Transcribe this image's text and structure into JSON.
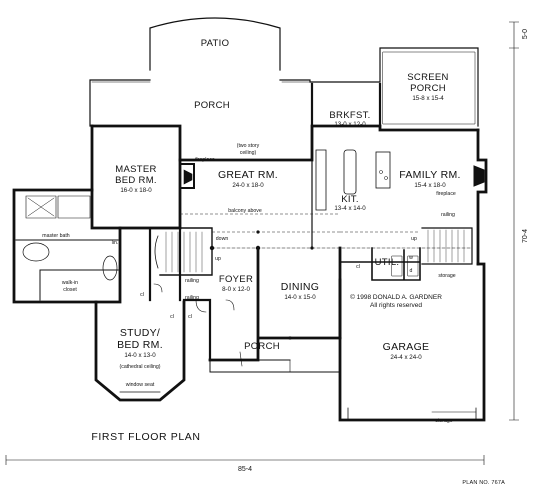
{
  "rooms": {
    "patio": {
      "name": "PATIO"
    },
    "porch_rear": {
      "name": "PORCH"
    },
    "screen_porch": {
      "name_line1": "SCREEN",
      "name_line2": "PORCH",
      "dims": "15-8 x 15-4"
    },
    "brkfst": {
      "name": "BRKFST.",
      "dims": "13-0 x 12-0"
    },
    "master_bed": {
      "name_line1": "MASTER",
      "name_line2": "BED RM.",
      "dims": "16-0 x 18-0"
    },
    "great_rm": {
      "name": "GREAT RM.",
      "dims": "24-0 x 18-0"
    },
    "kit": {
      "name": "KIT.",
      "dims": "13-4 x 14-0"
    },
    "family_rm": {
      "name": "FAMILY RM.",
      "dims": "15-4 x 18-0"
    },
    "foyer": {
      "name": "FOYER",
      "dims": "8-0 x 12-0"
    },
    "dining": {
      "name": "DINING",
      "dims": "14-0 x 15-0"
    },
    "study": {
      "name_line1": "STUDY/",
      "name_line2": "BED RM.",
      "dims": "14-0 x 13-0"
    },
    "porch_front": {
      "name": "PORCH"
    },
    "garage": {
      "name": "GARAGE",
      "dims": "24-4 x 24-0"
    },
    "util": {
      "name": "UTIL."
    }
  },
  "notes": {
    "two_story_line1": "(two story",
    "two_story_line2": "ceiling)",
    "fireplace_left": "fireplace",
    "fireplace_right": "fireplace",
    "balcony": "balcony above",
    "master_bath": "master bath",
    "walkin_line1": "walk-in",
    "walkin_line2": "closet",
    "lin": "lin.",
    "down": "down",
    "up_left": "up",
    "up_right": "up",
    "railing_1": "railing",
    "railing_2": "railing",
    "railing_3": "railing",
    "cathedral": "(cathedral ceiling)",
    "window_seat": "window seat",
    "storage_1": "storage",
    "storage_2": "storage",
    "cl_1": "cl",
    "cl_2": "cl",
    "cl_3": "cl",
    "cl_4": "cl",
    "w": "w",
    "d": "d"
  },
  "copyright": {
    "line1": "© 1998 DONALD A. GARDNER",
    "line2": "All rights reserved"
  },
  "title": "FIRST FLOOR PLAN",
  "plan_no": "PLAN NO. 767A",
  "dimensions": {
    "width": "85-4",
    "depth": "70-4",
    "porch_offset": "5-0"
  }
}
